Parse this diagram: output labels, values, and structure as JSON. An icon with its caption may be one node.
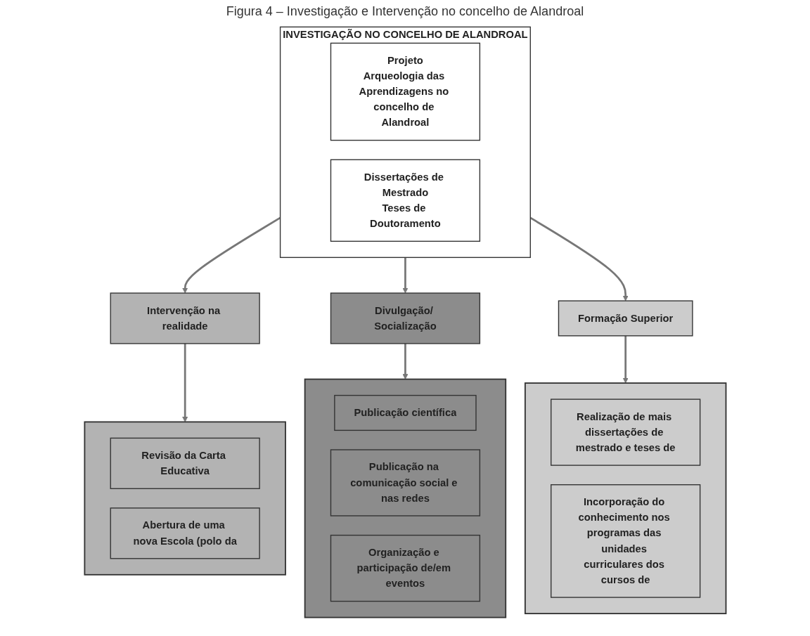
{
  "diagram": {
    "title": "Figura 4 – Investigação e Intervenção no concelho de Alandroal",
    "nodes": [
      {
        "text": [
          "INVESTIGAÇÃO NO CONCELHO DE ALANDROAL"
        ]
      },
      {
        "text": [
          "Projeto",
          "Arqueologia das Aprendizagens no concelho de Alandroal"
        ],
        "in": 0
      },
      {
        "text": [
          "Dissertações de Mestrado",
          "Teses de Doutoramento"
        ],
        "in": 0
      },
      {
        "text": [
          "Intervenção na realidade"
        ]
      },
      {
        "text": [
          "Divulgação/ Socialização"
        ]
      },
      {
        "text": [
          "Formação Superior"
        ]
      },
      {
        "text": [],
        "shape": "box"
      },
      {
        "text": [
          "Revisão da Carta Educativa"
        ],
        "in": 6
      },
      {
        "text": [
          "Abertura de uma nova Escola (polo da"
        ],
        "in": 6
      },
      {
        "text": [],
        "shape": "box"
      },
      {
        "text": [
          "Publicação científica"
        ],
        "in": 9
      },
      {
        "text": [
          "Publicação na comunicação social e nas redes"
        ],
        "in": 9
      },
      {
        "text": [
          "Organização e participação de/em eventos"
        ],
        "in": 9
      },
      {
        "text": [],
        "shape": "box"
      },
      {
        "text": [
          "Realização de mais dissertações de mestrado e teses de"
        ],
        "in": 13
      },
      {
        "text": [
          "Incorporação do conhecimento nos programas das unidades curriculares dos cursos de"
        ],
        "in": 13
      }
    ],
    "edges": [
      {
        "from": 0,
        "to": 3,
        "arrow": "to"
      },
      {
        "from": 0,
        "to": 4,
        "arrow": "to"
      },
      {
        "from": 0,
        "to": 5,
        "arrow": "to"
      },
      {
        "from": 3,
        "to": 6,
        "arrow": "to"
      },
      {
        "from": 4,
        "to": 9,
        "arrow": "to"
      },
      {
        "from": 5,
        "to": 13,
        "arrow": "to"
      }
    ]
  }
}
